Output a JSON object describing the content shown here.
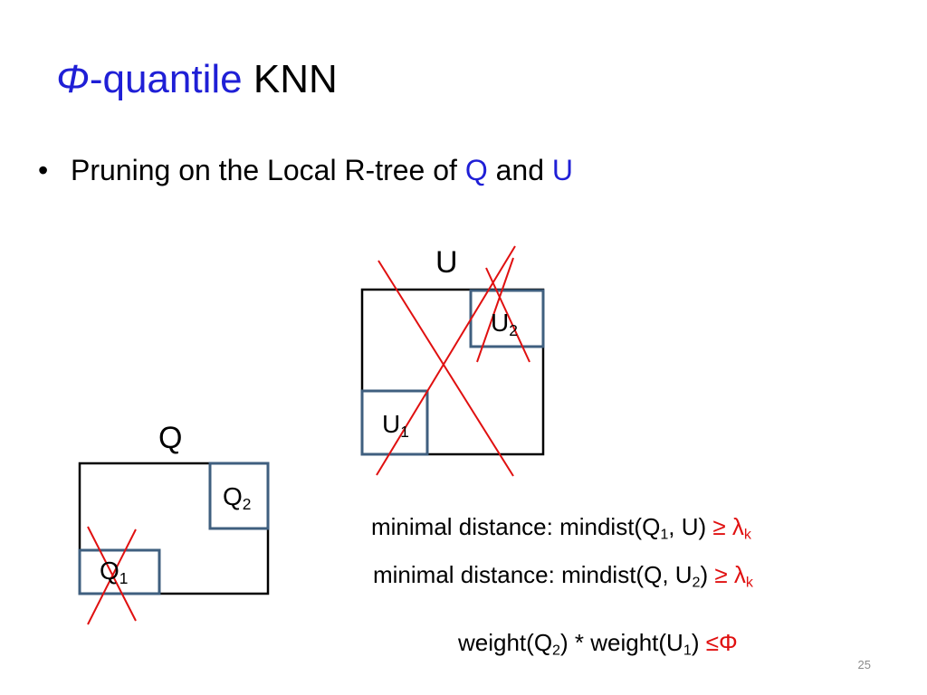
{
  "slide": {
    "title": {
      "phi": "Φ",
      "quantile": "-quantile",
      "rest": "KNN"
    },
    "bullet": {
      "text": "Pruning on the Local R-tree of ",
      "q": "Q",
      "and": " and ",
      "u": "U"
    },
    "page_number": "25"
  },
  "diagram": {
    "u_label": "U",
    "u1": {
      "base": "U",
      "sub": "1"
    },
    "u2": {
      "base": "U",
      "sub": "2"
    },
    "q_label": "Q",
    "q1": {
      "base": "Q",
      "sub": "1"
    },
    "q2": {
      "base": "Q",
      "sub": "2"
    }
  },
  "conditions": {
    "line1": {
      "a": "minimal distance: mindist(Q",
      "sub1": "1",
      "b": ", U) ",
      "ge": "≥ λ",
      "k": "k"
    },
    "line2": {
      "a": "minimal distance: mindist(Q, U",
      "sub1": "2",
      "b": ") ",
      "ge": "≥ λ",
      "k": "k"
    },
    "line3": {
      "a": "weight(Q",
      "sub1": "2",
      "b": ") * weight(U",
      "sub2": "1",
      "c": ") ",
      "le": "≤Φ"
    }
  },
  "colors": {
    "box_border": "#3f5f7f",
    "cross": "#e01010",
    "accent_blue": "#1f1fd6"
  }
}
